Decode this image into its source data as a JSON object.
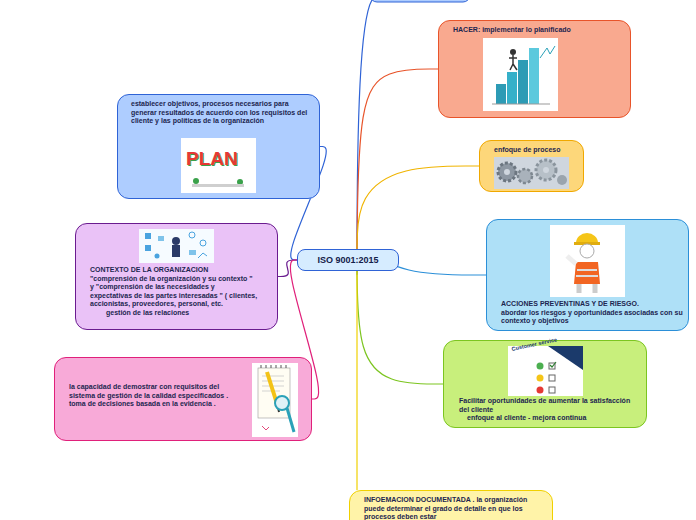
{
  "diagram": {
    "nodes": [
      {
        "text": [
          "ISO 9001:2015"
        ]
      },
      {
        "text": [
          "establecer objetivos, procesos necesarios para generar resultados de acuerdo con los requisitos del cliente y las políticas de la organización"
        ]
      },
      {
        "text": [
          "CONTEXTO DE LA ORGANIZACION",
          "\"comprensión de la organización y su contexto \" y \"comprensión de las necesidades y expectativas de las partes interesadas \" ( clientes, accionistas, proveedores, personal, etc.",
          "gestión de las relaciones"
        ]
      },
      {
        "text": [
          "la capacidad de demostrar con requisitos del sistema de gestión de la calidad especificados . toma de decisiones basada en la evidencia ."
        ]
      },
      {
        "text": [
          "HACER: implementar lo planificado"
        ]
      },
      {
        "text": [
          "enfoque de proceso"
        ]
      },
      {
        "text": [
          "ACCIONES PREVENTINAS Y DE RIESGO.",
          "abordar los riesgos y oportunidades asociadas con su contexto y objetivos"
        ]
      },
      {
        "text": [
          "Facilitar oportunidades de aumentar la satisfacción del cliente",
          "enfoque al cliente - mejora continua"
        ]
      },
      {
        "text": [
          "INFOEMACION DOCUMENTADA . la organización puede determinar el grado de detalle en que los procesos deben estar"
        ]
      }
    ],
    "edges": [
      {
        "from": 0,
        "to": 1,
        "arrow": "none"
      },
      {
        "from": 0,
        "to": 2,
        "arrow": "none"
      },
      {
        "from": 0,
        "to": 3,
        "arrow": "none"
      },
      {
        "from": 0,
        "to": 4,
        "arrow": "none"
      },
      {
        "from": 0,
        "to": 5,
        "arrow": "none"
      },
      {
        "from": 0,
        "to": 6,
        "arrow": "none"
      },
      {
        "from": 0,
        "to": 7,
        "arrow": "none"
      },
      {
        "from": 0,
        "to": 8,
        "arrow": "none"
      }
    ],
    "labels": [
      "PLAN",
      "Customer service"
    ]
  }
}
